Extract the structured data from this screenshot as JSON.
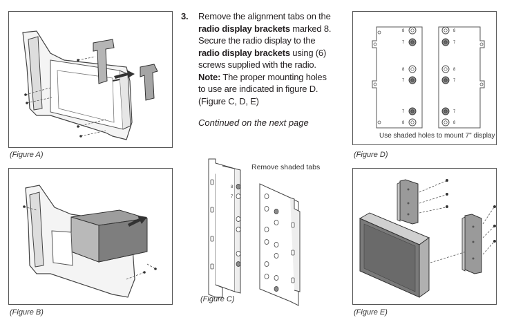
{
  "step": {
    "number": "3.",
    "t1": "Remove the alignment tabs on the ",
    "b1": "radio display brackets",
    "t2": " marked 8. Secure the radio display to the ",
    "b2": "radio display brackets",
    "t3": " using (6) screws supplied with the radio. ",
    "b3": "Note:",
    "t4": " The proper mounting holes to use are indicated in figure D. (Figure C, D, E)"
  },
  "continued": "Continued on the next page",
  "figures": {
    "a": "(Figure A)",
    "b": "(Figure B)",
    "c": "(Figure C)",
    "d": "(Figure D)",
    "e": "(Figure E)"
  },
  "figure_c_label": "Remove shaded tabs",
  "figure_d_label": "Use shaded holes to mount 7\" display",
  "hole_labels": {
    "eight": "8",
    "seven": "7"
  },
  "colors": {
    "outline": "#555555",
    "shade": "#9a9a9a",
    "dark": "#4a4a4a"
  }
}
